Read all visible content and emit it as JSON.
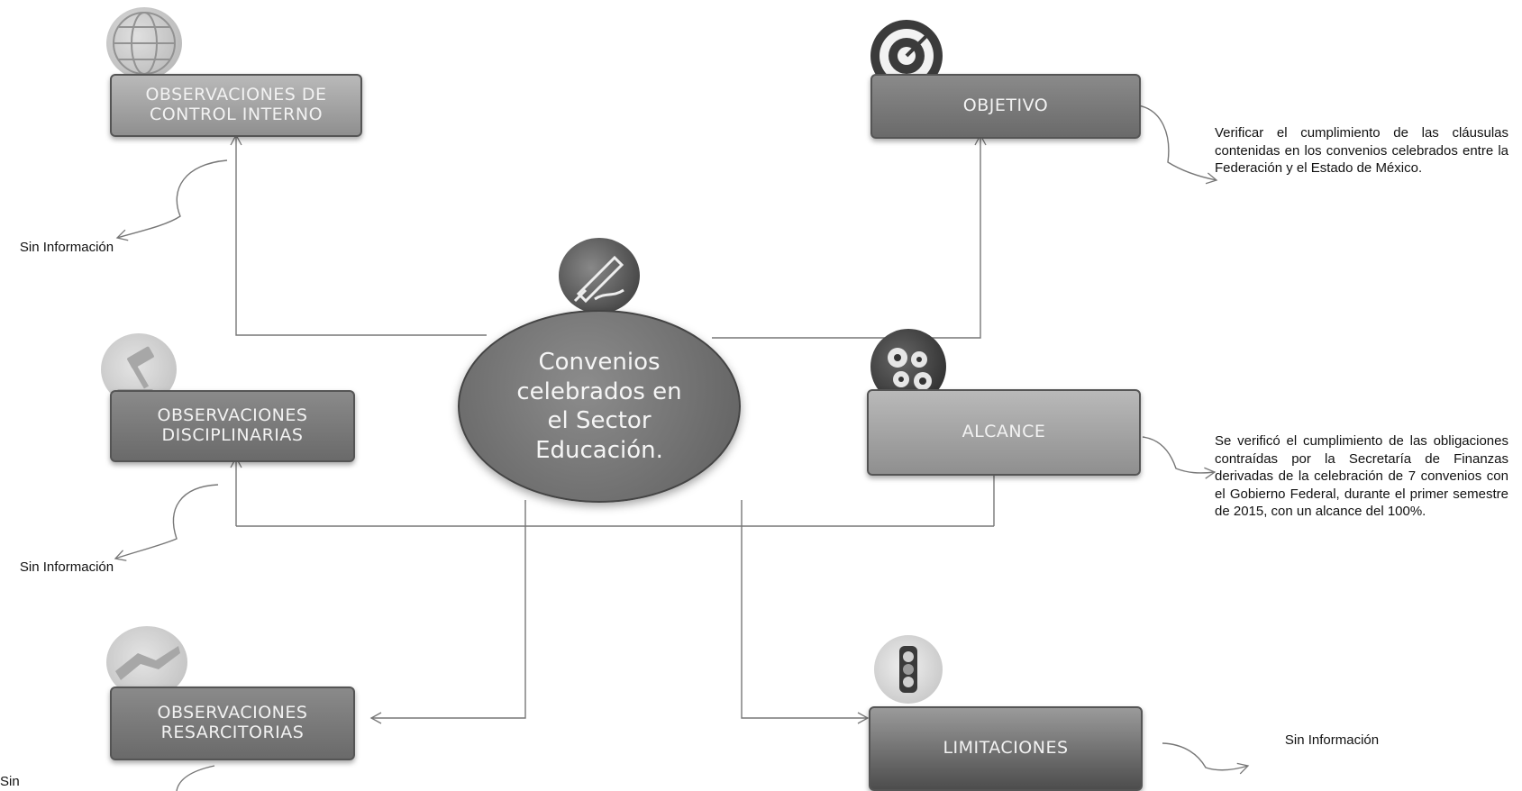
{
  "center_topic": "Convenios celebrados en el Sector Educación.",
  "boxes": {
    "control_interno": "OBSERVACIONES DE CONTROL INTERNO",
    "disciplinarias": "OBSERVACIONES DISCIPLINARIAS",
    "resarcitorias": "OBSERVACIONES RESARCITORIAS",
    "objetivo": "OBJETIVO",
    "alcance": "ALCANCE",
    "limitaciones": "LIMITACIONES"
  },
  "notes": {
    "control_interno": "Sin Información",
    "disciplinarias": "Sin Información",
    "resarcitorias": "Sin",
    "objetivo": "Verificar el cumplimiento de las cláusulas contenidas en los convenios celebrados entre la Federación y el Estado de México.",
    "alcance": "Se verificó el cumplimiento de las obligaciones contraídas por la Secretaría de Finanzas derivadas de la celebración de 7 convenios con el Gobierno Federal, durante el primer semestre de 2015, con un alcance del 100%.",
    "limitaciones": "Sin Información"
  },
  "icons": {
    "control_interno": "globe-icon",
    "disciplinarias": "gavel-icon",
    "resarcitorias": "handshake-icon",
    "center": "pen-writing-icon",
    "objetivo": "target-icon",
    "alcance": "gears-icon",
    "limitaciones": "traffic-light-icon"
  },
  "colors": {
    "box": "#7a7a7a",
    "line": "#777777",
    "text": "#111111"
  }
}
